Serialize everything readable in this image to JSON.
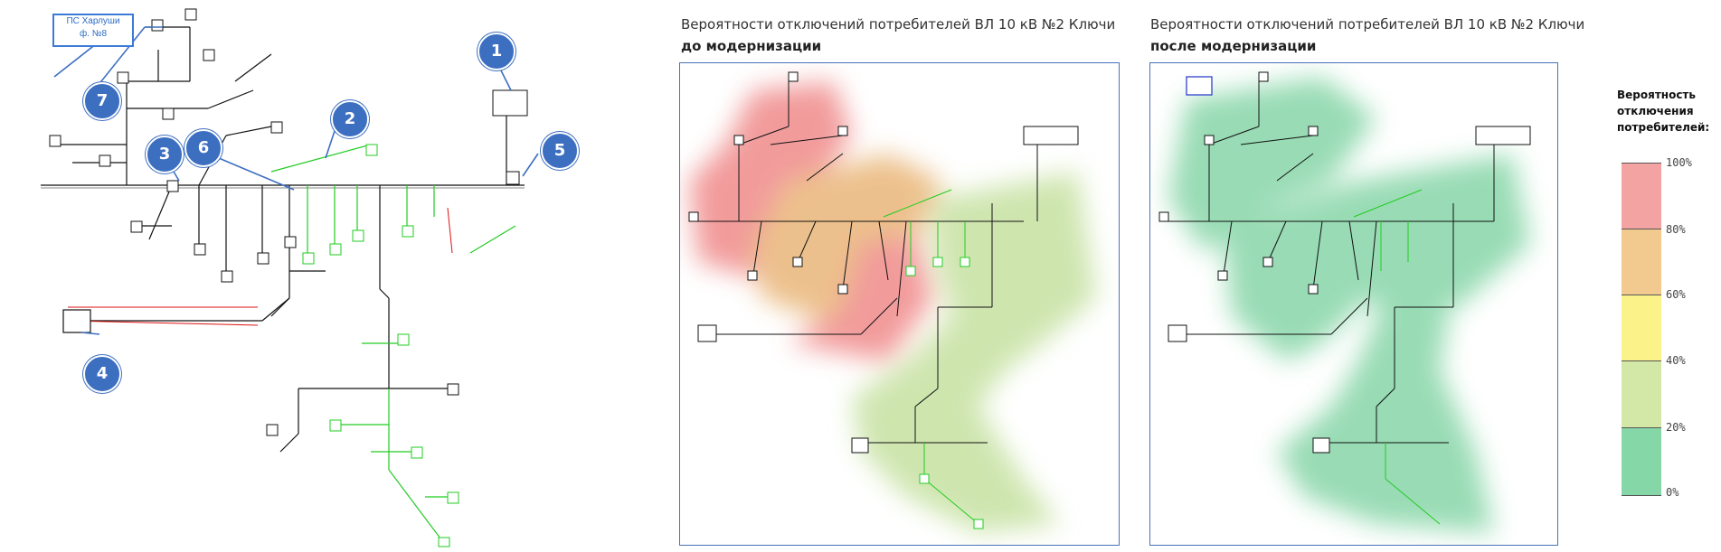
{
  "left_schema": {
    "callout_box": {
      "line1": "ПС Харлуши",
      "line2": "ф. №8"
    },
    "markers": [
      "1",
      "2",
      "3",
      "4",
      "5",
      "6",
      "7"
    ]
  },
  "panel_before": {
    "title_line1": "Вероятности отключений потребителей ВЛ 10 кВ №2 Ключи",
    "title_line2": "до модернизации"
  },
  "panel_after": {
    "title_line1": "Вероятности отключений потребителей ВЛ 10 кВ №2 Ключи",
    "title_line2": "после модернизации"
  },
  "legend": {
    "title_lines": [
      "Вероятность",
      "отключения",
      "потребителей:"
    ],
    "ticks": [
      "100%",
      "80%",
      "60%",
      "40%",
      "20%",
      "0%"
    ],
    "colors": [
      "#f4a3a3",
      "#f2c98e",
      "#fbf28a",
      "#d3e7a6",
      "#86d7a8"
    ]
  },
  "colors": {
    "red_zone": "#f08a8a",
    "orange_zone": "#e9b678",
    "light_green_zone": "#c6e1a1",
    "green_zone": "#7fd3a2",
    "frame": "#4a72b8",
    "marker": "#3d6fc1",
    "green_line": "#22cc22"
  }
}
